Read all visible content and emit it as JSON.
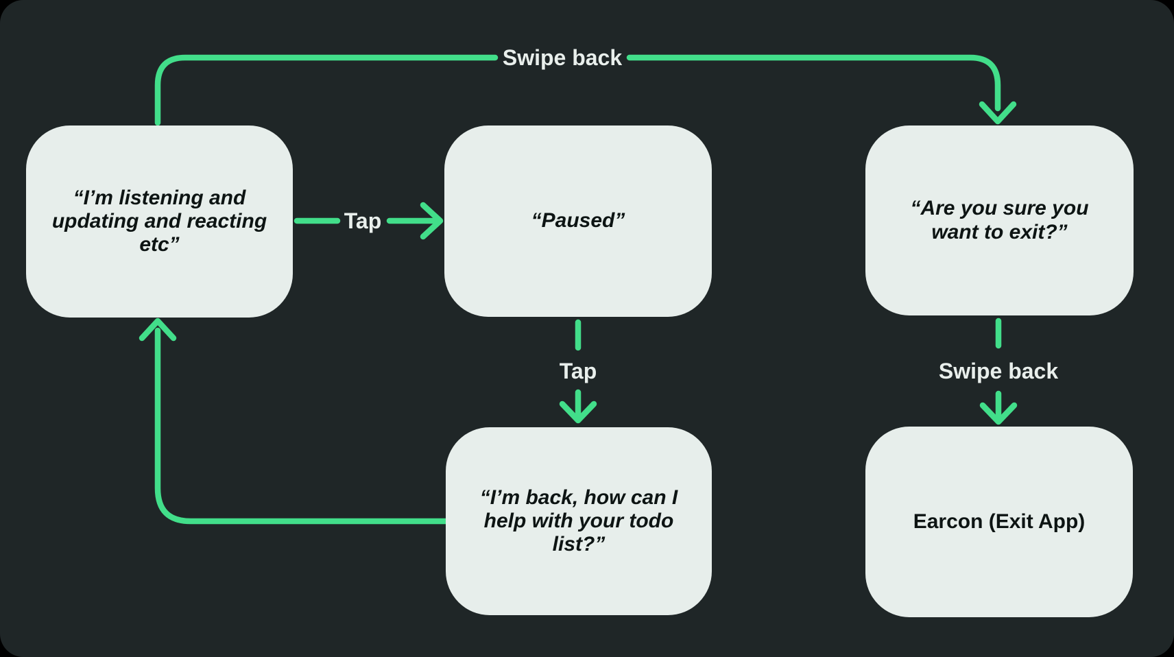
{
  "diagram": {
    "type": "flowchart",
    "theme": {
      "background": "#1f2627",
      "outer_corner_background": "#000000",
      "node_fill": "#e7eeeb",
      "node_text_color": "#0d1413",
      "accent_green": "#42de8a",
      "label_text_color": "#e9efec"
    },
    "nodes": {
      "listening": {
        "text": "“I’m listening and\nupdating and reacting\netc”"
      },
      "paused": {
        "text": "“Paused”"
      },
      "confirm_exit": {
        "text": "“Are you sure you\nwant to exit?”"
      },
      "back": {
        "text": "“I’m back, how can I\nhelp with your todo\nlist?”"
      },
      "earcon": {
        "text": "Earcon (Exit App)"
      }
    },
    "edges": {
      "listening_to_confirm_exit": {
        "label": "Swipe back"
      },
      "listening_to_paused": {
        "label": "Tap"
      },
      "paused_to_back": {
        "label": "Tap"
      },
      "confirm_exit_to_earcon": {
        "label": "Swipe back"
      },
      "back_to_listening": {
        "label": ""
      }
    }
  }
}
